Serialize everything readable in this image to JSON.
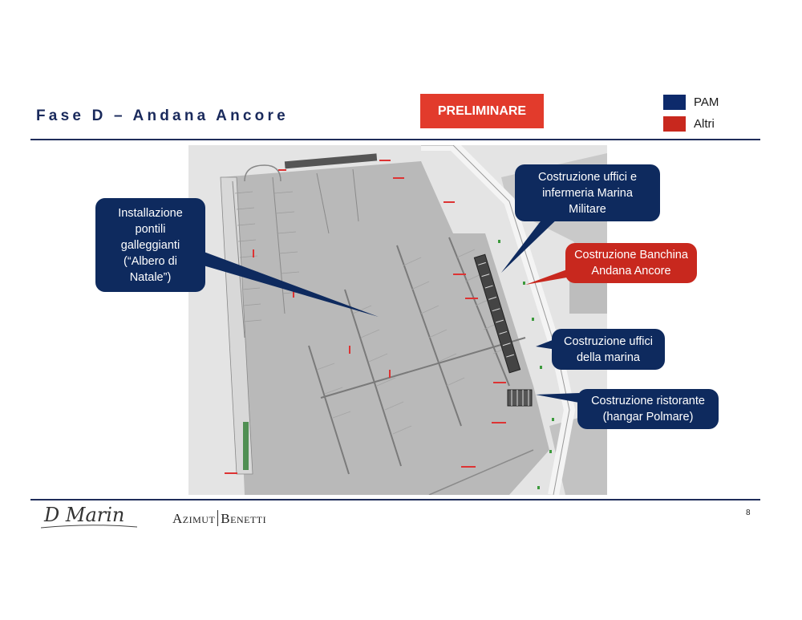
{
  "slide": {
    "title": "Fase D – Andana Ancore",
    "badge": "PRELIMINARE",
    "page_number": "8"
  },
  "legend": [
    {
      "label": "PAM",
      "color": "#0d2a6b"
    },
    {
      "label": "Altri",
      "color": "#c8281e"
    }
  ],
  "colors": {
    "pam_navy": "#0e2a5e",
    "altri_red": "#c8281e",
    "rule": "#1f2d5a",
    "badge_red": "#e23b2c"
  },
  "callouts": [
    {
      "id": "pontili",
      "lines": [
        "Installazione",
        "pontili",
        "galleggianti",
        "(“Albero di",
        "Natale”)"
      ],
      "kind": "PAM"
    },
    {
      "id": "uffici-mm",
      "lines": [
        "Costruzione uffici e",
        "infermeria Marina",
        "Militare"
      ],
      "kind": "PAM"
    },
    {
      "id": "banchina",
      "lines": [
        "Costruzione Banchina",
        "Andana Ancore"
      ],
      "kind": "Altri"
    },
    {
      "id": "uffici-marina",
      "lines": [
        "Costruzione uffici",
        "della marina"
      ],
      "kind": "PAM"
    },
    {
      "id": "ristorante",
      "lines": [
        "Costruzione ristorante",
        "(hangar Polmare)"
      ],
      "kind": "PAM"
    }
  ],
  "footer": {
    "logo_signature": "D Marin",
    "logo_brand_left": "Azimut",
    "logo_brand_right": "Benetti"
  }
}
